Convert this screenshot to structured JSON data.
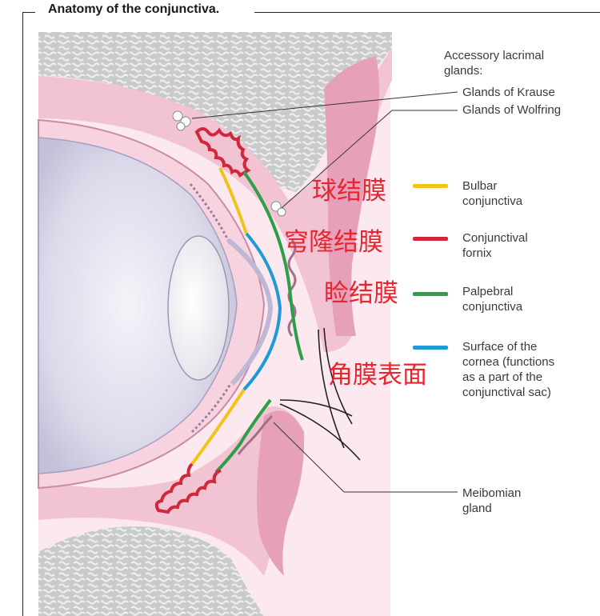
{
  "title": "Anatomy of the conjunctiva.",
  "labels": {
    "accessory": "Accessory lacrimal\nglands:",
    "krause": "Glands of Krause",
    "wolfring": "Glands of Wolfring",
    "bulbar": "Bulbar\nconjunctiva",
    "fornix": "Conjunctival\nfornix",
    "palpebral": "Palpebral\nconjunctiva",
    "cornea_surface": "Surface of the\ncornea (functions\nas a part of the\nconjunctival sac)",
    "meibomian": "Meibomian\ngland"
  },
  "chinese_labels": {
    "bulbar": "球结膜",
    "fornix": "穹隆结膜",
    "palpebral": "睑结膜",
    "cornea": "角膜表面"
  },
  "colors": {
    "bulbar": "#f2c319",
    "fornix": "#d0283a",
    "palpebral": "#2e9e48",
    "cornea": "#1f9ad6",
    "chinese_text": "#e8242f",
    "tissue_pink": "#f2c3d2",
    "bone_gray": "#c9cacb"
  }
}
